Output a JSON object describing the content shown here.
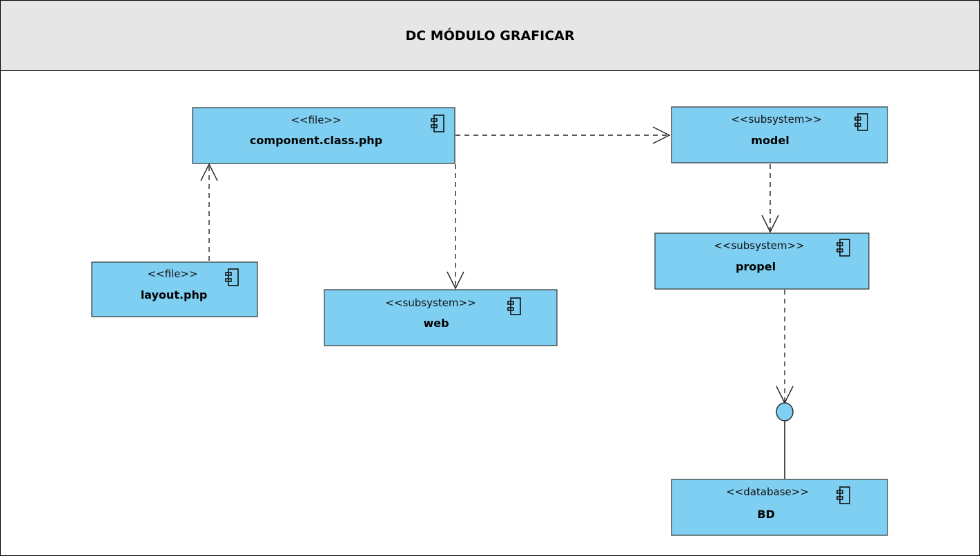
{
  "diagram": {
    "title": "DC MÓDULO GRAFICAR",
    "components": [
      {
        "id": "component_class",
        "stereotype": "<<file>>",
        "name": "component.class.php"
      },
      {
        "id": "model",
        "stereotype": "<<subsystem>>",
        "name": "model"
      },
      {
        "id": "layout",
        "stereotype": "<<file>>",
        "name": "layout.php"
      },
      {
        "id": "web",
        "stereotype": "<<subsystem>>",
        "name": "web"
      },
      {
        "id": "propel",
        "stereotype": "<<subsystem>>",
        "name": "propel"
      },
      {
        "id": "bd",
        "stereotype": "<<database>>",
        "name": "BD"
      }
    ],
    "dependencies": [
      {
        "from": "component_class",
        "to": "model"
      },
      {
        "from": "layout",
        "to": "component_class"
      },
      {
        "from": "component_class",
        "to": "web"
      },
      {
        "from": "model",
        "to": "propel"
      },
      {
        "from": "propel",
        "to": "bd_interface"
      }
    ],
    "colors": {
      "component_fill": "#7fcff2",
      "header_bg": "#e6e6e6",
      "interface_fill": "#7fcff2"
    }
  }
}
